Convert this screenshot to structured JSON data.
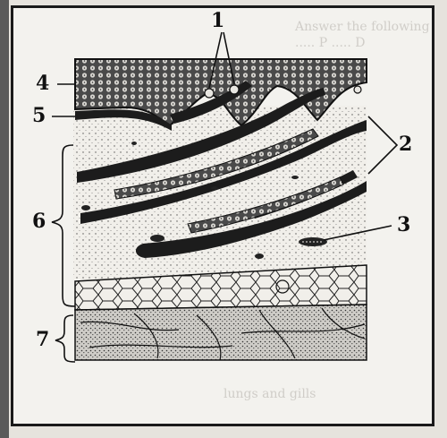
{
  "labels": {
    "n1": "1",
    "n2": "2",
    "n3": "3",
    "n4": "4",
    "n5": "5",
    "n6": "6",
    "n7": "7"
  },
  "colors": {
    "ink": "#111111",
    "paper": "#f3f2ee",
    "dark_band": "#1c1c1c",
    "epidermis_fill": "#3a3a3a"
  }
}
